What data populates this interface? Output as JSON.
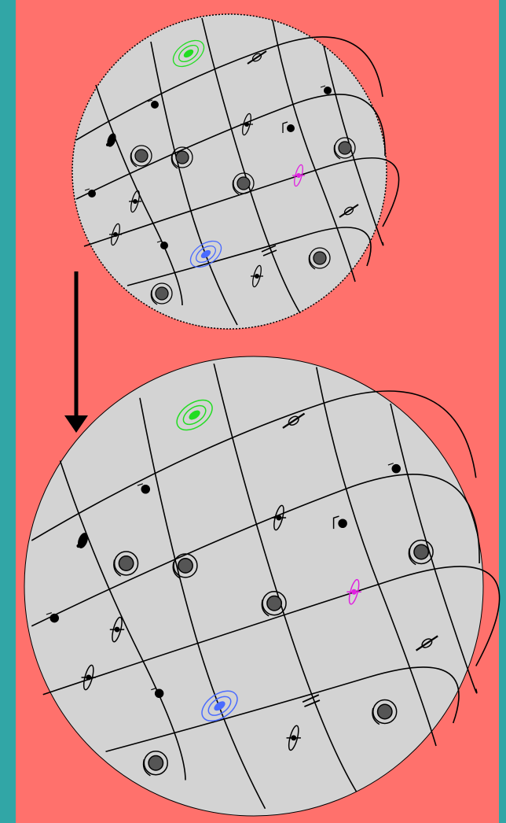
{
  "colors": {
    "frame": "#31a6a6",
    "background": "#ff716c",
    "sphere_fill": "#d3d3d3",
    "line": "#000000",
    "galaxy_dark": "#555555",
    "galaxy_green": "#22dd22",
    "galaxy_blue": "#4a6bff",
    "galaxy_magenta": "#e020e0"
  },
  "icons": {
    "arrow": "arrow-down-icon",
    "galaxy_spiral": "spiral-galaxy-icon",
    "galaxy_edge_on": "edge-on-galaxy-icon",
    "galaxy_elliptical": "elliptical-galaxy-icon"
  },
  "spheres": [
    {
      "name": "small-universe",
      "scale": 1.0,
      "galaxies": [
        {
          "type": "spiral",
          "color": "galaxy_green"
        },
        {
          "type": "barred",
          "color": "line"
        },
        {
          "type": "dot",
          "color": "line"
        },
        {
          "type": "dot",
          "color": "line"
        },
        {
          "type": "ring",
          "color": "line"
        },
        {
          "type": "edge",
          "color": "line"
        },
        {
          "type": "bent",
          "color": "line"
        },
        {
          "type": "ring",
          "color": "line"
        },
        {
          "type": "clumpy",
          "color": "line"
        },
        {
          "type": "ring",
          "color": "line"
        },
        {
          "type": "dot",
          "color": "line"
        },
        {
          "type": "ring",
          "color": "line"
        },
        {
          "type": "edge",
          "color": "galaxy_magenta"
        },
        {
          "type": "edge",
          "color": "line"
        },
        {
          "type": "barred",
          "color": "line"
        },
        {
          "type": "edge",
          "color": "line"
        },
        {
          "type": "dot",
          "color": "line"
        },
        {
          "type": "spiral",
          "color": "galaxy_blue"
        },
        {
          "type": "streak",
          "color": "line"
        },
        {
          "type": "ring",
          "color": "line"
        },
        {
          "type": "ring",
          "color": "line"
        },
        {
          "type": "edge",
          "color": "line"
        }
      ]
    },
    {
      "name": "large-universe",
      "scale": 1.45
    }
  ]
}
